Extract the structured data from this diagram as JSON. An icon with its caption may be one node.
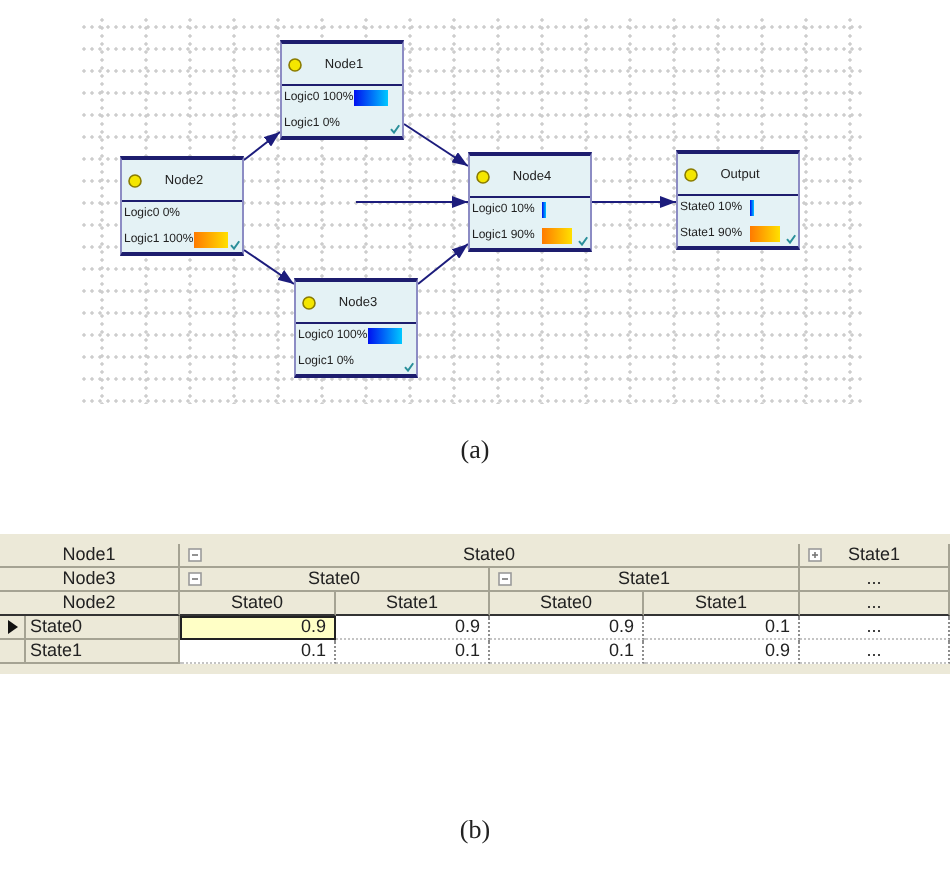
{
  "diagram": {
    "nodes": [
      {
        "text": [
          "Node1",
          "Logic0 100%",
          "Logic1 0%"
        ]
      },
      {
        "text": [
          "Node2",
          "Logic0 0%",
          "Logic1 100%"
        ]
      },
      {
        "text": [
          "Node4",
          "Logic0 10%",
          "Logic1 90%"
        ]
      },
      {
        "text": [
          "Output",
          "State0 10%",
          "State1 90%"
        ]
      },
      {
        "text": [
          "Node3",
          "Logic0 100%",
          "Logic1 0%"
        ]
      }
    ],
    "edges": [
      {
        "from": 1,
        "to": 0,
        "arrow": "to"
      },
      {
        "from": 0,
        "to": 2,
        "arrow": "to"
      },
      {
        "from": 1,
        "to": 4,
        "arrow": "to"
      },
      {
        "from": 4,
        "to": 2,
        "arrow": "to"
      },
      {
        "from": null,
        "to": 2,
        "arrow": "to"
      },
      {
        "from": 2,
        "to": 3,
        "arrow": "to"
      }
    ],
    "labels": [
      "(a)",
      "Node1",
      "State0",
      "State1",
      "Node3",
      "State0",
      "State1",
      "...",
      "Node2",
      "State0",
      "State1",
      "State0",
      "State1",
      "...",
      "State0",
      "0.9",
      "0.9",
      "0.9",
      "0.1",
      "...",
      "State1",
      "0.1",
      "0.1",
      "0.1",
      "0.9",
      "...",
      "(b)"
    ]
  }
}
